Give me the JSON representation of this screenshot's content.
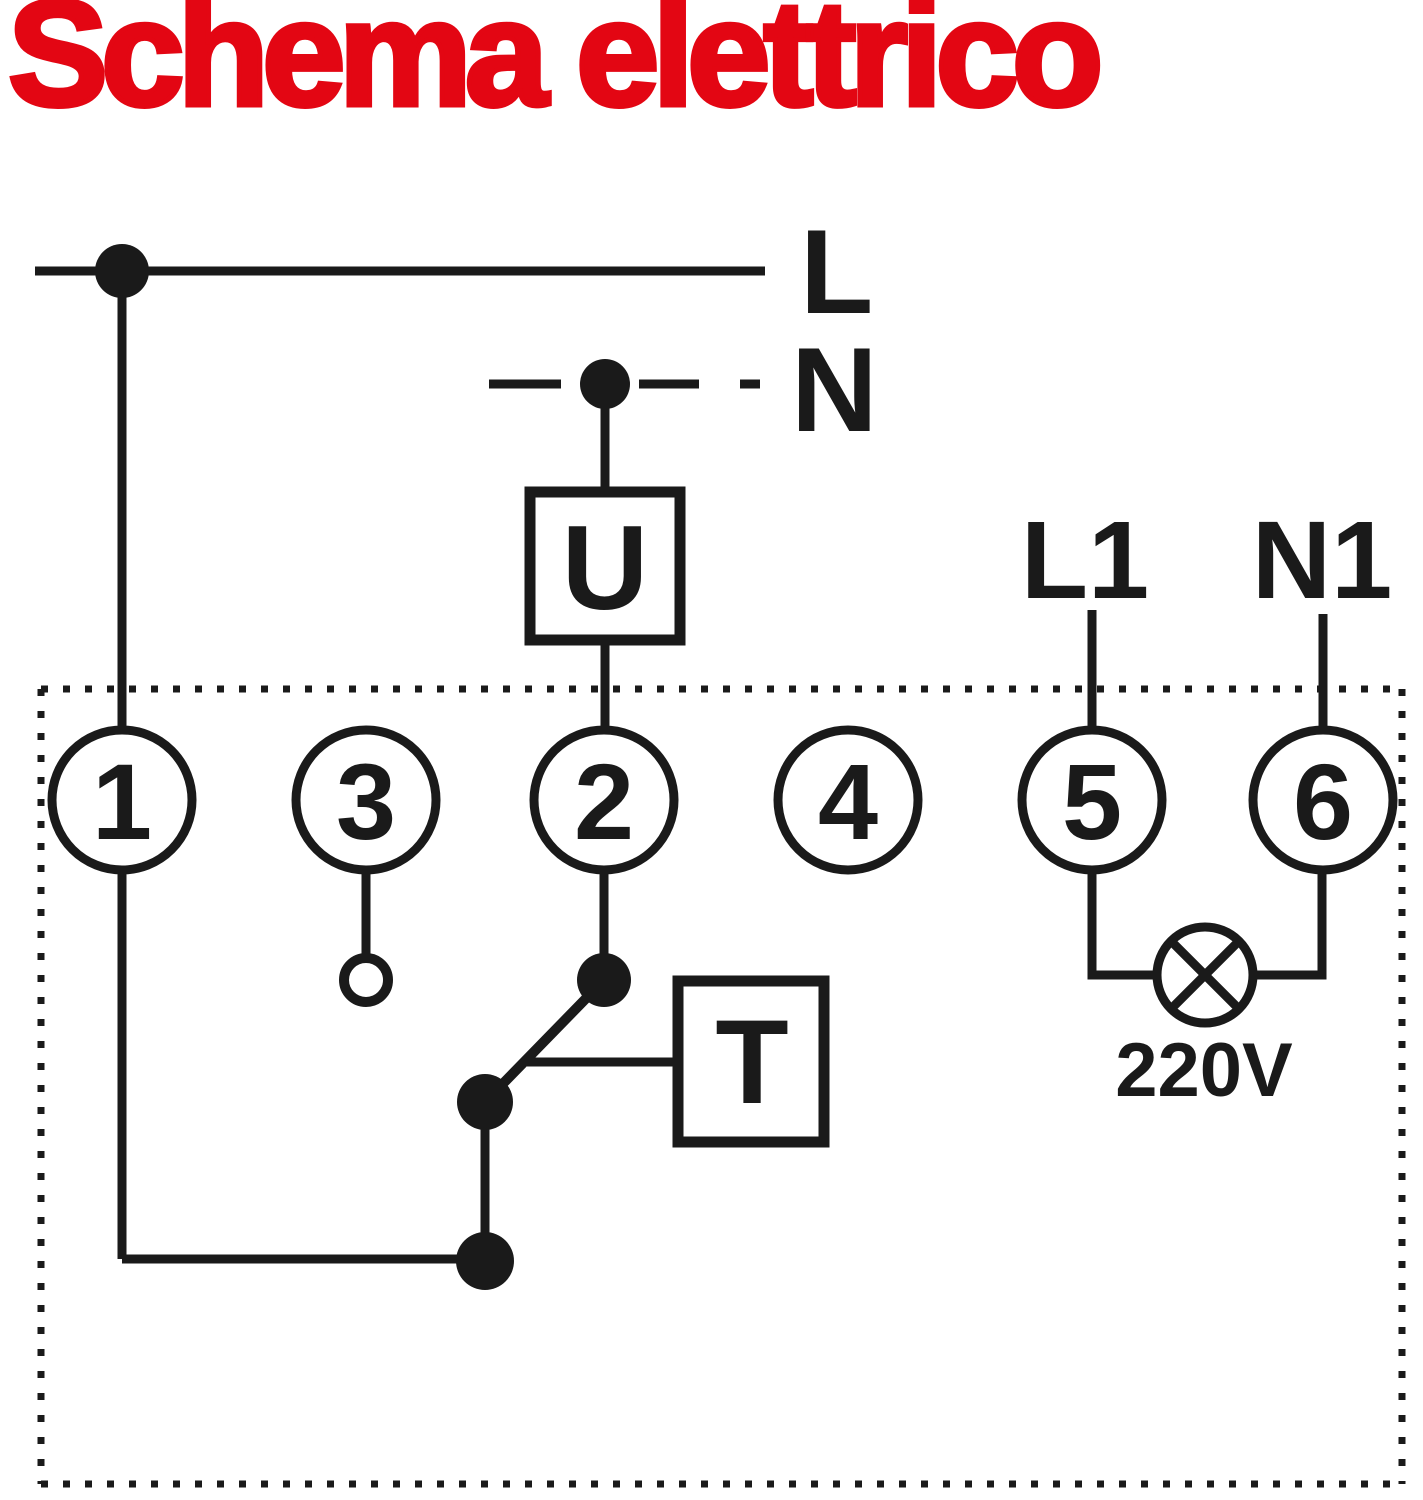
{
  "title": "Schema elettrico",
  "colors": {
    "title": "#e30613",
    "ink": "#1a1a1a"
  },
  "schematic": {
    "supply": {
      "live_label": "L",
      "neutral_label": "N"
    },
    "components": {
      "u_box_label": "U",
      "t_box_label": "T",
      "lamp_voltage_label": "220V"
    },
    "terminals": [
      "1",
      "3",
      "2",
      "4",
      "5",
      "6"
    ],
    "load_terminals": {
      "l1_label": "L1",
      "n1_label": "N1"
    }
  }
}
